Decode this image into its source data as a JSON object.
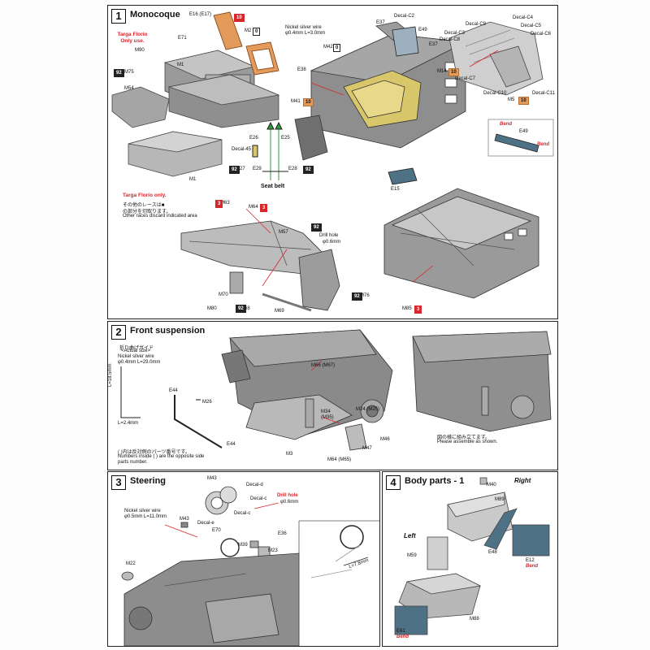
{
  "steps": [
    {
      "number": "1",
      "title": "Monocoque"
    },
    {
      "number": "2",
      "title": "Front suspension"
    },
    {
      "number": "3",
      "title": "Steering"
    },
    {
      "number": "4",
      "title": "Body parts - 1"
    }
  ],
  "monocoque": {
    "targa_only_use": "Targa Florio\nOnly use.",
    "targa_only": "Targa Florio  only.",
    "jp_note": "その他のレースは■",
    "jp_note2": "の部分を切取ります。",
    "other_races": "Other races discard indicated area",
    "wire": "Nickel silver wire",
    "wire_size": "φ0.4mm L=3.0mm",
    "seat_belt": "Seat belt",
    "drill_hole": "Drill hole",
    "drill_size": "φ0.6mm",
    "parts": {
      "e16": "E16 (E17)",
      "e71": "E71",
      "m90": "M90",
      "m1_top": "M1",
      "m75": "M75",
      "m54": "M54",
      "m1": "M1",
      "m2": "M2",
      "m41": "M41",
      "m42": "M42",
      "e38": "E38",
      "e37a": "E37",
      "e37b": "E37",
      "e49": "E49",
      "m14": "M14",
      "m5": "M5",
      "decal_c2": "Decal-C2",
      "decal_c3": "Decal-C3",
      "decal_c4": "Decal-C4",
      "decal_c5": "Decal-C5",
      "decal_c6": "Decal-C6",
      "decal_c7": "Decal-C7",
      "decal_c8": "Decal-C8",
      "decal_c9": "Decal-C9",
      "decal_c10": "Decal-C10",
      "decal_c11": "Decal-C11",
      "e26": "E26",
      "e25": "E25",
      "decal_45": "Decal-45",
      "e27": "E27",
      "e29": "E29",
      "e28": "E28",
      "e15": "E15",
      "e49b": "E49",
      "bend1": "Bend",
      "bend2": "Bend",
      "m63": "M63",
      "m64": "M64",
      "m57": "M57",
      "m70": "M70",
      "m80": "M80",
      "m69": "M69",
      "m68": "M68",
      "m76": "M76",
      "m85": "M85"
    },
    "badges": {
      "b10": "10",
      "b0a": "0",
      "b0b": "0",
      "b92a": "92",
      "b92b": "92",
      "b92c": "92",
      "b92d": "92",
      "b92e": "92",
      "b92f": "92",
      "b3a": "3",
      "b3b": "3",
      "b3c": "3",
      "b10b": "10",
      "b10c": "10",
      "b10d": "10"
    }
  },
  "suspension": {
    "jp_guide": "折り曲げガイド",
    "actual_size": "<Actual size>",
    "wire": "Nickel silver wire",
    "wire_size": "φ0.4mm L=29.0mm",
    "dim1": "L=18.5mm",
    "dim2": "L=2.4mm",
    "jp_note": "( )内は反対側のパーツ番号です。",
    "note_en": "Numbers inside ( ) are the opposite side",
    "note_en2": "parts number.",
    "jp_symm": "図の様に組み立てます。",
    "assemble": "Please assemble as shown.",
    "parts": {
      "e44a": "E44",
      "e44b": "E44",
      "m26": "M26",
      "m66": "M66 (M67)",
      "m24": "M24 (M25)",
      "m34": "M34",
      "m35": "(M35)",
      "m46": "M46",
      "m47": "M47",
      "m3": "M3",
      "m64": "M64 (M65)"
    }
  },
  "steering": {
    "wire": "Nickel silver wire",
    "wire_size": "φ0.5mm L=11.0mm",
    "drill_hole": "Drill hole",
    "drill_size": "φ0.6mm",
    "dim": "L=7.8mm",
    "parts": {
      "m43a": "M43",
      "m43b": "M43",
      "decal_d": "Decal-d",
      "decal_c": "Decal-c",
      "decal_e": "Decal-e",
      "decal_c2": "Decal-c",
      "e70": "E70",
      "m39": "M39",
      "e36": "E36",
      "m23": "M23",
      "m22": "M22"
    }
  },
  "body": {
    "right": "Right",
    "left": "Left",
    "parts": {
      "m40": "M40",
      "m89": "M89",
      "e48": "E48",
      "e12": "E12",
      "bend_r": "Bend",
      "m59": "M59",
      "m88": "M88",
      "e61": "E61",
      "bend_l": "Bend"
    }
  },
  "colors": {
    "accent_red": "#d8262d",
    "body_gray": "#8c8c8c",
    "decal_blue": "#4f7186",
    "orange": "#e39a5a",
    "yellow": "#d8c66a"
  }
}
